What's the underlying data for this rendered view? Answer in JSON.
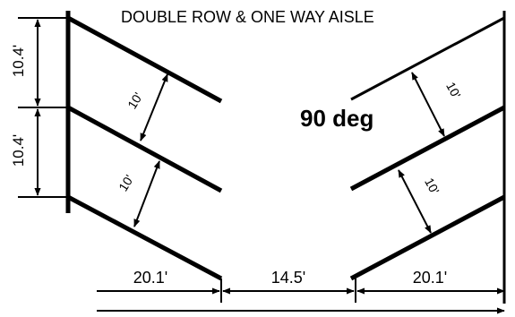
{
  "title": "DOUBLE ROW & ONE WAY AISLE",
  "angle_label": "90 deg",
  "left_side": {
    "row_spacing_upper": "10.4'",
    "row_spacing_lower": "10.4'",
    "stall_width_upper": "10'",
    "stall_width_lower": "10'",
    "depth": "20.1'"
  },
  "right_side": {
    "stall_width_upper": "10'",
    "stall_width_lower": "10'",
    "depth": "20.1'"
  },
  "aisle_width": "14.5'"
}
